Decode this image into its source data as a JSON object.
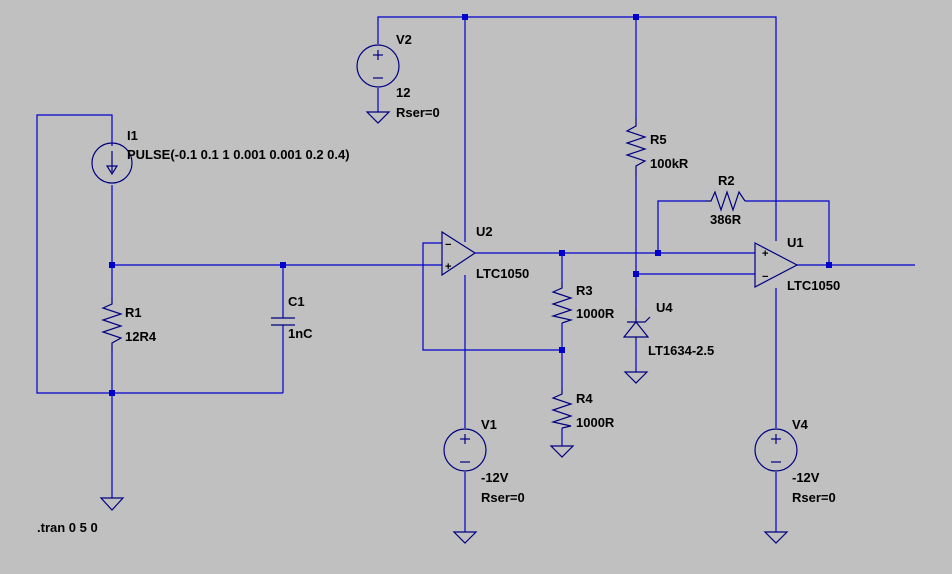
{
  "components": {
    "V2": {
      "ref": "V2",
      "value": "12",
      "extra": "Rser=0"
    },
    "V1": {
      "ref": "V1",
      "value": "-12V",
      "extra": "Rser=0"
    },
    "V4": {
      "ref": "V4",
      "value": "-12V",
      "extra": "Rser=0"
    },
    "I1": {
      "ref": "I1",
      "value": "PULSE(-0.1 0.1 1 0.001 0.001 0.2 0.4)"
    },
    "R1": {
      "ref": "R1",
      "value": "12R4"
    },
    "C1": {
      "ref": "C1",
      "value": "1nC"
    },
    "R2": {
      "ref": "R2",
      "value": "386R"
    },
    "R3": {
      "ref": "R3",
      "value": "1000R"
    },
    "R4": {
      "ref": "R4",
      "value": "1000R"
    },
    "R5": {
      "ref": "R5",
      "value": "100kR"
    },
    "U1": {
      "ref": "U1",
      "value": "LTC1050"
    },
    "U2": {
      "ref": "U2",
      "value": "LTC1050"
    },
    "U4": {
      "ref": "U4",
      "value": "LT1634-2.5"
    }
  },
  "directive": ".tran 0 5 0",
  "colors": {
    "wire": "#0000cc",
    "background": "#c0c0c0",
    "component": "#000080"
  }
}
